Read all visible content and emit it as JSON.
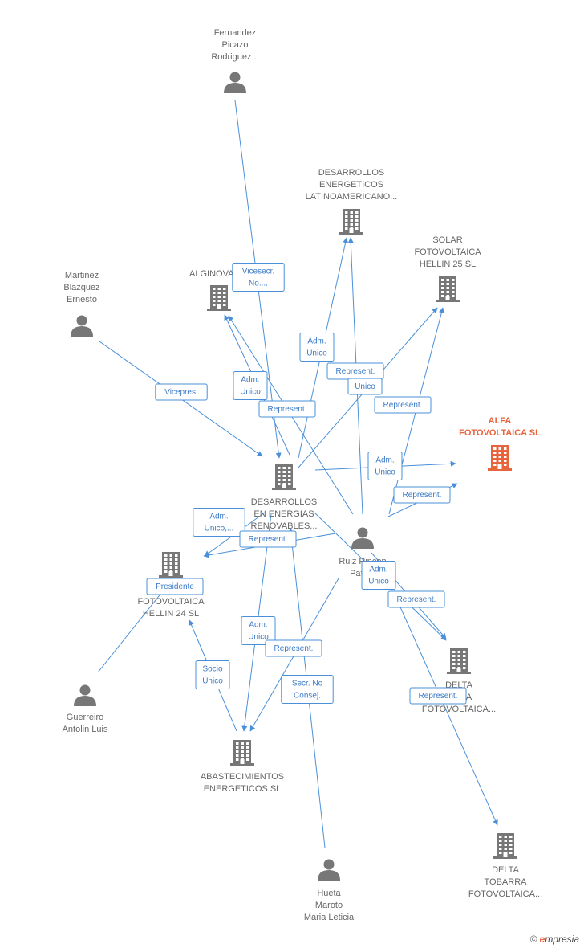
{
  "colors": {
    "edge": "#4a90d9",
    "node": "#777777",
    "focus": "#e8643c",
    "label": "#666666"
  },
  "nodes": [
    {
      "id": "fernandez",
      "type": "person",
      "label": [
        "Fernandez",
        "Picazo",
        "Rodriguez..."
      ]
    },
    {
      "id": "desarrollos_latino",
      "type": "company",
      "label": [
        "DESARROLLOS",
        "ENERGETICOS",
        "LATINOAMERICANO..."
      ]
    },
    {
      "id": "solar25",
      "type": "company",
      "label": [
        "SOLAR",
        "FOTOVOLTAICA",
        "HELLIN 25 SL"
      ]
    },
    {
      "id": "alginova",
      "type": "company",
      "label": [
        "ALGINOVA"
      ]
    },
    {
      "id": "martinez",
      "type": "person",
      "label": [
        "Martinez",
        "Blazquez",
        "Ernesto"
      ]
    },
    {
      "id": "alfa",
      "type": "company",
      "focus": true,
      "label": [
        "ALFA",
        "FOTOVOLTAICA SL"
      ]
    },
    {
      "id": "desarrollos_renov",
      "type": "company",
      "label": [
        "DESARROLLOS",
        "EN ENERGIAS",
        "RENOVABLES..."
      ]
    },
    {
      "id": "ruiz",
      "type": "person",
      "label": [
        "Ruiz Rincon",
        "Patri..."
      ]
    },
    {
      "id": "hellin24",
      "type": "company",
      "label": [
        "FOTOVOLTAICA",
        "HELLIN 24 SL"
      ]
    },
    {
      "id": "delta1",
      "type": "company",
      "label": [
        "DELTA",
        "...RRA",
        "FOTOVOLTAICA..."
      ]
    },
    {
      "id": "guerreiro",
      "type": "person",
      "label": [
        "Guerreiro",
        "Antolin Luis"
      ]
    },
    {
      "id": "abastecimientos",
      "type": "company",
      "label": [
        "ABASTECIMIENTOS",
        "ENERGETICOS SL"
      ]
    },
    {
      "id": "hueta",
      "type": "person",
      "label": [
        "Hueta",
        "Maroto",
        "Maria Leticia"
      ]
    },
    {
      "id": "delta2",
      "type": "company",
      "label": [
        "DELTA",
        "TOBARRA",
        "FOTOVOLTAICA..."
      ]
    }
  ],
  "edges": [
    {
      "from": "fernandez",
      "to": "desarrollos_renov",
      "label": [
        "Vicesecr.",
        "No...."
      ]
    },
    {
      "from": "martinez",
      "to": "desarrollos_renov",
      "label": [
        "Vicepres."
      ]
    },
    {
      "from": "desarrollos_renov",
      "to": "alginova",
      "label": [
        "Adm.",
        "Unico"
      ]
    },
    {
      "from": "desarrollos_renov",
      "to": "desarrollos_latino",
      "label": [
        "Adm.",
        "Unico"
      ]
    },
    {
      "from": "desarrollos_renov",
      "to": "solar25",
      "label": [
        "Represent."
      ]
    },
    {
      "from": "desarrollos_renov",
      "to": "alfa",
      "label": [
        "Adm.",
        "Unico"
      ]
    },
    {
      "from": "desarrollos_renov",
      "to": "delta1",
      "label": [
        "Adm.",
        "Unico"
      ]
    },
    {
      "from": "desarrollos_renov",
      "to": "hellin24",
      "label": [
        "Adm.",
        "Unico,..."
      ]
    },
    {
      "from": "desarrollos_renov",
      "to": "abastecimientos",
      "label": [
        "Adm.",
        "Unico"
      ]
    },
    {
      "from": "ruiz",
      "to": "alginova",
      "label": [
        "Represent."
      ]
    },
    {
      "from": "ruiz",
      "to": "desarrollos_latino",
      "label": [
        "Unico"
      ]
    },
    {
      "from": "ruiz",
      "to": "solar25",
      "label": [
        "Represent."
      ]
    },
    {
      "from": "ruiz",
      "to": "alfa",
      "label": [
        "Represent."
      ]
    },
    {
      "from": "ruiz",
      "to": "hellin24",
      "label": [
        "Represent."
      ]
    },
    {
      "from": "ruiz",
      "to": "delta1",
      "label": [
        "Represent."
      ]
    },
    {
      "from": "ruiz",
      "to": "abastecimientos",
      "label": [
        "Represent."
      ]
    },
    {
      "from": "ruiz",
      "to": "delta2",
      "label": [
        "Represent."
      ]
    },
    {
      "from": "guerreiro",
      "to": "hellin24",
      "label": [
        "Presidente"
      ]
    },
    {
      "from": "abastecimientos",
      "to": "hellin24",
      "label": [
        "Socio",
        "Único"
      ]
    },
    {
      "from": "hueta",
      "to": "desarrollos_renov",
      "label": [
        "Secr.  No",
        "Consej."
      ]
    }
  ],
  "footer": {
    "copyright": "©",
    "brand_first": "e",
    "brand_rest": "mpresia"
  }
}
